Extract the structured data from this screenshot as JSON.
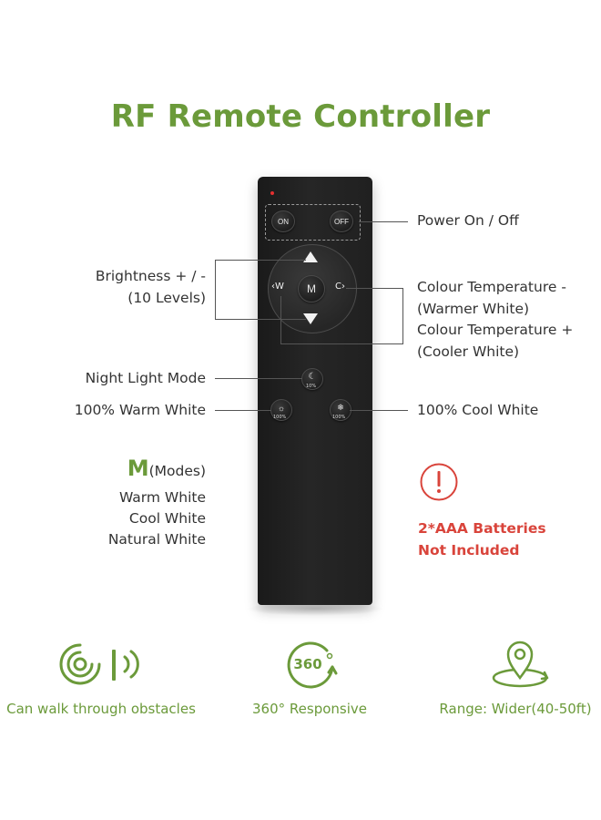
{
  "title": "RF Remote Controller",
  "remote": {
    "on_label": "ON",
    "off_label": "OFF",
    "mode_label": "M",
    "warm_key": "W",
    "cool_key": "C",
    "night_sub": "10%",
    "warm_sub": "100%",
    "cool_sub": "100%"
  },
  "callouts": {
    "power": "Power On / Off",
    "brightness_line1": "Brightness + / -",
    "brightness_line2": "(10 Levels)",
    "ct_minus": "Colour Temperature -",
    "ct_minus_note": "(Warmer White)",
    "ct_plus": "Colour Temperature +",
    "ct_plus_note": "(Cooler White)",
    "night": "Night Light Mode",
    "warm": "100% Warm White",
    "cool": "100% Cool White"
  },
  "modes": {
    "letter": "M",
    "heading": "(Modes)",
    "items": [
      "Warm White",
      "Cool White",
      "Natural White"
    ]
  },
  "battery": {
    "icon": "exclamation-circle-icon",
    "line1": "2*AAA Batteries",
    "line2": "Not Included"
  },
  "features": [
    {
      "icon": "signal-through-wall-icon",
      "label": "Can walk through obstacles"
    },
    {
      "icon": "360-rotate-icon",
      "label": "360° Responsive",
      "icon_text": "360"
    },
    {
      "icon": "location-pin-icon",
      "label": "Range: Wider(40-50ft)"
    }
  ],
  "colors": {
    "accent_green": "#6b9a3a",
    "warning_red": "#d9443b",
    "remote_body": "#1f1f1f",
    "text": "#333333"
  }
}
